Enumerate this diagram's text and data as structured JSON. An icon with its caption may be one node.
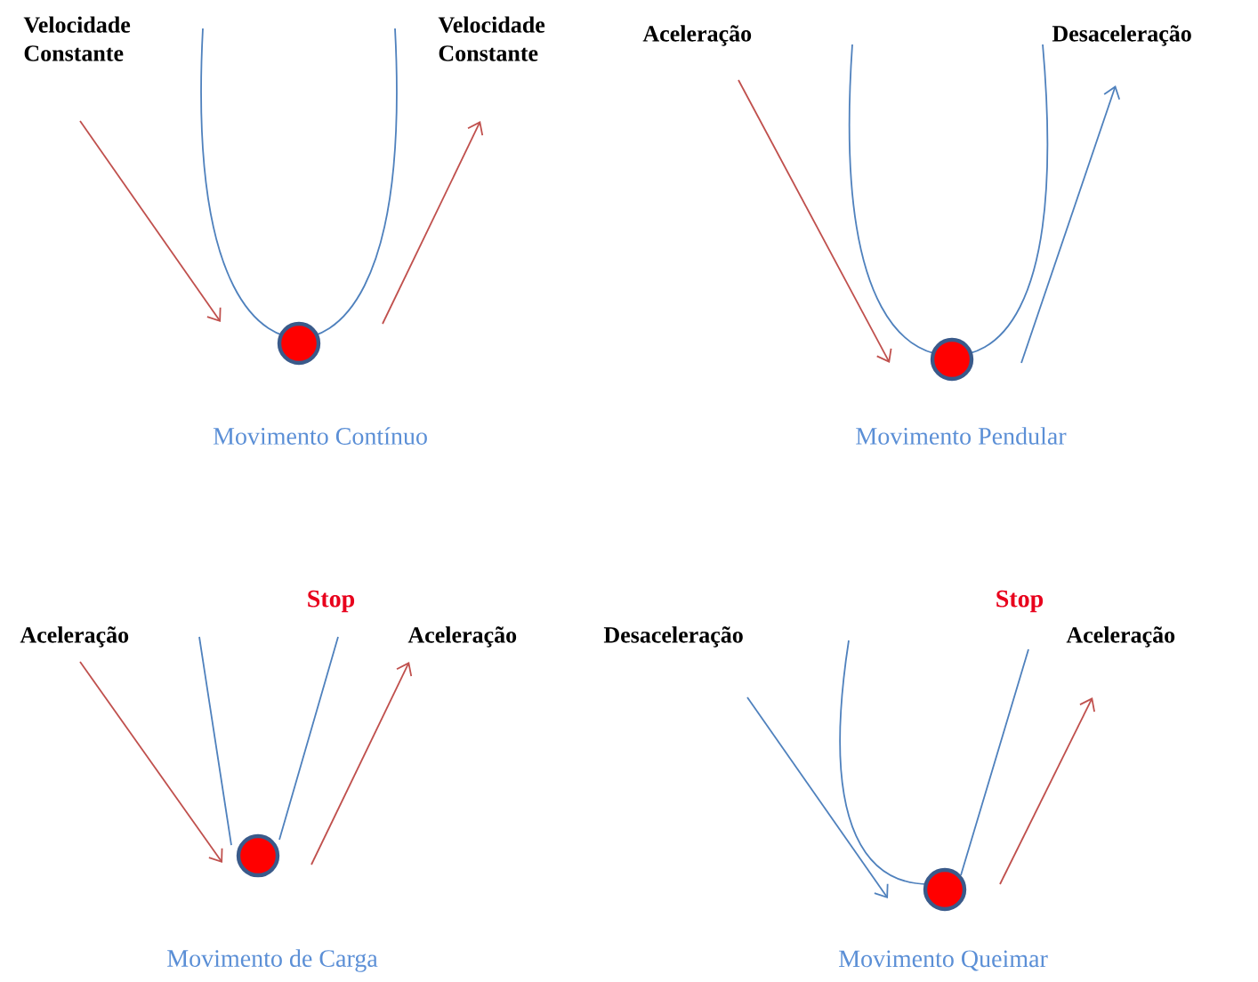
{
  "diagram": {
    "labels": [
      "Velocidade Constante",
      "Velocidade Constante",
      "Aceleração",
      "Desaceleração",
      "Movimento Contínuo",
      "Movimento Pendular",
      "Stop",
      "Stop",
      "Aceleração",
      "Aceleração",
      "Desaceleração",
      "Aceleração",
      "Movimento de Carga",
      "Movimento Queimar"
    ]
  }
}
